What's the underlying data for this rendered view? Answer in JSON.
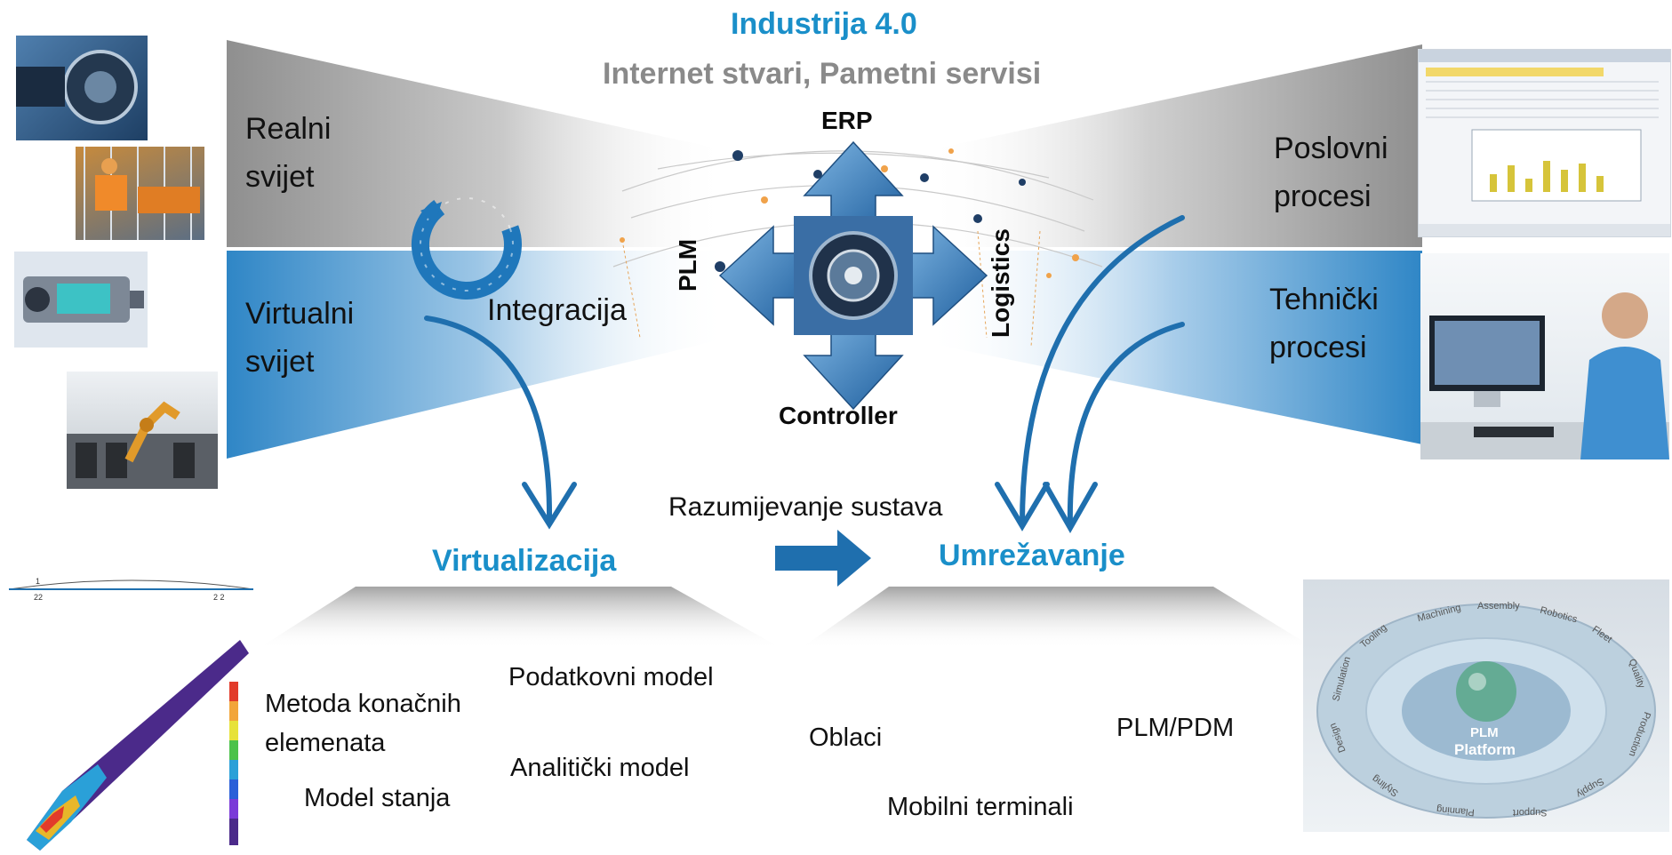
{
  "header": {
    "title": "Industrija 4.0",
    "subtitle": "Internet stvari, Pametni servisi"
  },
  "left_band": {
    "real_world": [
      "Realni",
      "svijet"
    ],
    "virtual_world": [
      "Virtualni",
      "svijet"
    ]
  },
  "right_band": {
    "business": [
      "Poslovni",
      "procesi"
    ],
    "technical": [
      "Tehnički",
      "procesi"
    ]
  },
  "center": {
    "integration": "Integracija",
    "arrows": {
      "top": "ERP",
      "left": "PLM",
      "right": "Logistics",
      "bottom": "Controller"
    }
  },
  "flow": {
    "understanding": "Razumijevanje sustava",
    "virtualization": "Virtualizacija",
    "networking": "Umrežavanje"
  },
  "virtualization_items": {
    "fem": [
      "Metoda konačnih",
      "elemenata"
    ],
    "data_model": "Podatkovni model",
    "analytic_model": "Analitički model",
    "state_model": "Model stanja"
  },
  "networking_items": {
    "clouds": "Oblaci",
    "plm_pdm": "PLM/PDM",
    "mobile": "Mobilni terminali"
  },
  "plm_wheel": {
    "center_line1": "PLM",
    "center_line2": "Platform",
    "ring_labels": [
      "Tooling",
      "Machining",
      "Assembly",
      "Robotics",
      "Fleet",
      "Quality",
      "Production",
      "Supply",
      "Support",
      "Planning",
      "Styling",
      "Design",
      "Simulation"
    ]
  },
  "colors": {
    "accent_blue": "#1a8fc9",
    "band_gray": "#9e9e9e",
    "band_blue": "#2f86c6",
    "arrow_blue": "#1f6fae"
  }
}
